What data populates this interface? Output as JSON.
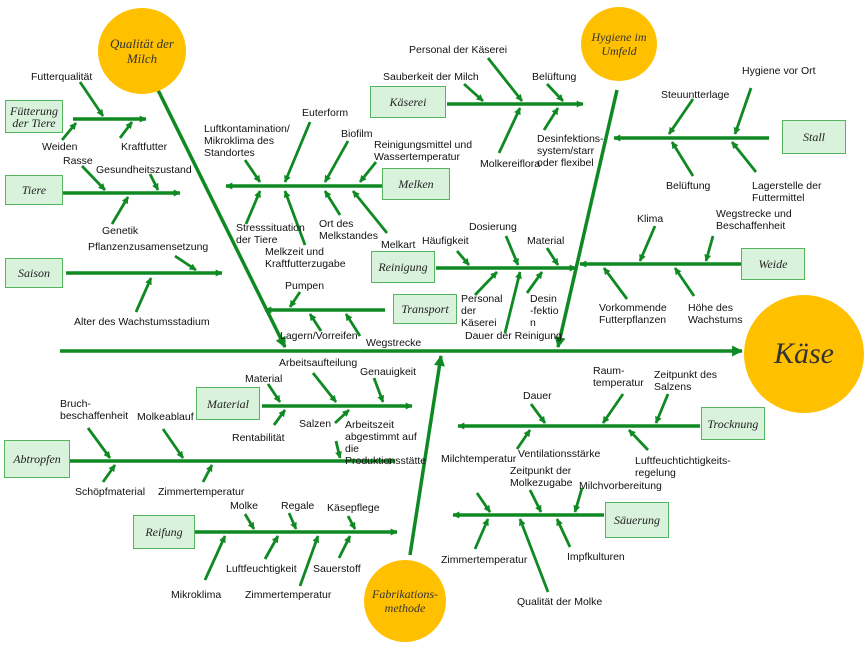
{
  "effect": "Käse",
  "main_categories": {
    "milk_quality": "Qualität der Milch",
    "hygiene": "Hygiene im Umfeld",
    "manufacturing": "Fabrikations-methode"
  },
  "categories": {
    "feeding": "Fütterung der Tiere",
    "animals": "Tiere",
    "season": "Saison",
    "cheese_dairy": "Käserei",
    "milking": "Melken",
    "cleaning": "Reinigung",
    "transport": "Transport",
    "stable": "Stall",
    "pasture": "Weide",
    "material": "Material",
    "draining": "Abtropfen",
    "ripening": "Reifung",
    "drying": "Trocknung",
    "acidification": "Säuerung"
  },
  "causes": {
    "feeding": [
      "Futterqualität",
      "Weiden",
      "Kraftfutter"
    ],
    "animals": [
      "Rasse",
      "Gesundheitszustand",
      "Genetik"
    ],
    "season": [
      "Pflanzenzusamensetzung",
      "Alter des Wachstumsstadium"
    ],
    "milking": [
      "Luftkontamination/ Mikroklima des Standortes",
      "Euterform",
      "Biofilm",
      "Reinigungsmittel und Wassertemperatur",
      "Stresssituation der Tiere",
      "Melkzeit und Kraftfutterzugabe",
      "Ort des Melkstandes",
      "Melkart"
    ],
    "cheese_dairy": [
      "Personal der Käserei",
      "Sauberkeit der Milch",
      "Belüftung",
      "Molkereiflora",
      "Desinfektions-system/starr oder flexibel"
    ],
    "cleaning": [
      "Häufigkeit",
      "Dosierung",
      "Material",
      "Personal der Käserei",
      "Desin-fektion",
      "Dauer der Reinigung"
    ],
    "transport": [
      "Pumpen",
      "Lagern/Vorreifen",
      "Wegstrecke"
    ],
    "stable": [
      "Steuuntterlage",
      "Hygiene vor Ort",
      "Belüftung",
      "Lagerstelle der Futtermittel"
    ],
    "pasture": [
      "Klima",
      "Wegstrecke und Beschaffenheit",
      "Vorkommende Futterpflanzen",
      "Höhe des Wachstums"
    ],
    "material": [
      "Material",
      "Arbeitsaufteilung",
      "Genauigkeit",
      "Rentabilität",
      "Salzen",
      "Arbeitszeit abgestimmt auf die Produktionsstätte"
    ],
    "draining": [
      "Bruch-beschaffenheit",
      "Molkeablauf",
      "Schöpfmaterial",
      "Zimmertemperatur"
    ],
    "ripening": [
      "Molke",
      "Regale",
      "Käsepflege",
      "Mikroklima",
      "Luftfeuchtigkeit",
      "Zimmertemperatur",
      "Sauerstoff"
    ],
    "drying": [
      "Dauer",
      "Raum-temperatur",
      "Zeitpunkt des Salzens",
      "Ventilationsstärke",
      "Luftfeuchtichtigkeits-regelung"
    ],
    "acidification": [
      "Milchtemperatur",
      "Zeitpunkt der Molkezugabe",
      "Milchvorbereitung",
      "Zimmertemperatur",
      "Impfkulturen",
      "Qualität der Molke"
    ]
  },
  "colors": {
    "line": "#0f8a23",
    "box_fill": "#d9f2dc",
    "box_border": "#56b35e",
    "circle": "#ffc000"
  }
}
